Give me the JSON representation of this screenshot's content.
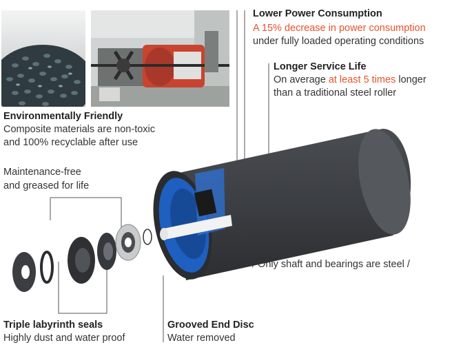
{
  "colors": {
    "accent": "#e8522a",
    "text": "#333333",
    "roller_body": "#3a3c3f",
    "end_disc": "#1e5fbf",
    "shaft": "#f2f2f2"
  },
  "features": {
    "power": {
      "title": "Lower Power Consumption",
      "highlight": "A 15% decrease in power consumption",
      "body": "under fully loaded operating conditions"
    },
    "service": {
      "title": "Longer Service Life",
      "prefix": "On average ",
      "highlight": "at least 5 times",
      "suffix": " longer",
      "line2": "than a traditional steel roller"
    },
    "environment": {
      "title": "Environmentally Friendly",
      "line1": "Composite materials are non-toxic",
      "line2": "and 100% recyclable after use"
    },
    "maintenance": {
      "line1": "Maintenance-free",
      "line2": "and greased for life"
    },
    "steel_note": "/ Only shaft and bearings are steel /",
    "seals": {
      "title": "Triple labyrinth seals",
      "body": "Highly dust and water proof"
    },
    "end_disc": {
      "title": "Grooved End Disc",
      "body": "Water removed"
    }
  },
  "icons": [
    "granules-photo",
    "machine-photo",
    "roller-illustration",
    "seal-rings-illustration"
  ]
}
